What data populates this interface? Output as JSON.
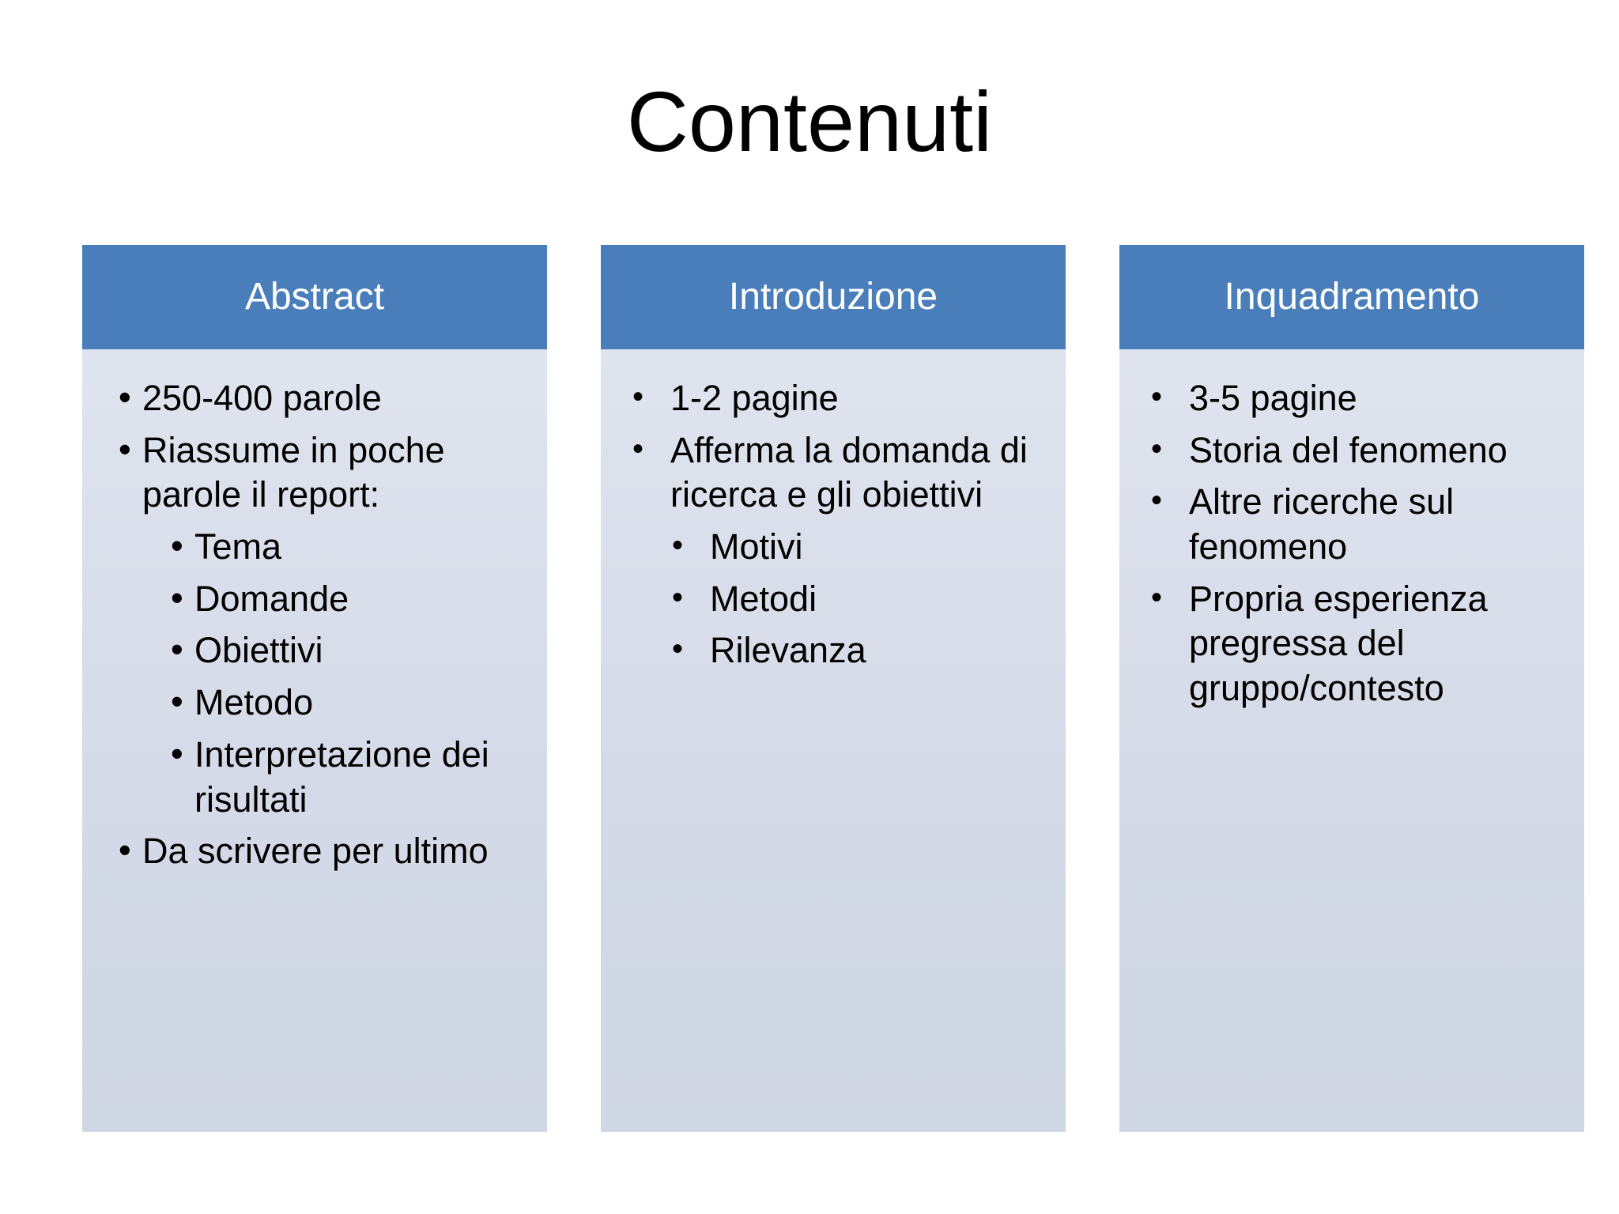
{
  "slide": {
    "title": "Contenuti",
    "background_color": "#ffffff",
    "header_color": "#4a7ebb",
    "body_color": "#d6dce8",
    "header_text_color": "#ffffff",
    "body_text_color": "#000000"
  },
  "columns": [
    {
      "header": "Abstract",
      "bullets": [
        {
          "level": 1,
          "text": "250-400 parole"
        },
        {
          "level": 1,
          "text": "Riassume in poche parole il report:"
        },
        {
          "level": 2,
          "text": "Tema"
        },
        {
          "level": 2,
          "text": "Domande"
        },
        {
          "level": 2,
          "text": "Obiettivi"
        },
        {
          "level": 2,
          "text": "Metodo"
        },
        {
          "level": 2,
          "text": "Interpretazione dei risultati"
        },
        {
          "level": 1,
          "text": "Da scrivere per ultimo"
        }
      ]
    },
    {
      "header": "Introduzione",
      "bullets": [
        {
          "level": 1,
          "text": "1-2 pagine"
        },
        {
          "level": 1,
          "text": "Afferma la domanda di ricerca e gli obiettivi"
        },
        {
          "level": 2,
          "text": "Motivi"
        },
        {
          "level": 2,
          "text": "Metodi"
        },
        {
          "level": 2,
          "text": "Rilevanza"
        }
      ]
    },
    {
      "header": "Inquadramento",
      "bullets": [
        {
          "level": 1,
          "text": "3-5 pagine"
        },
        {
          "level": 1,
          "text": "Storia del fenomeno"
        },
        {
          "level": 1,
          "text": "Altre ricerche sul fenomeno"
        },
        {
          "level": 1,
          "text": "Propria esperienza pregressa del gruppo/contesto"
        }
      ]
    }
  ]
}
